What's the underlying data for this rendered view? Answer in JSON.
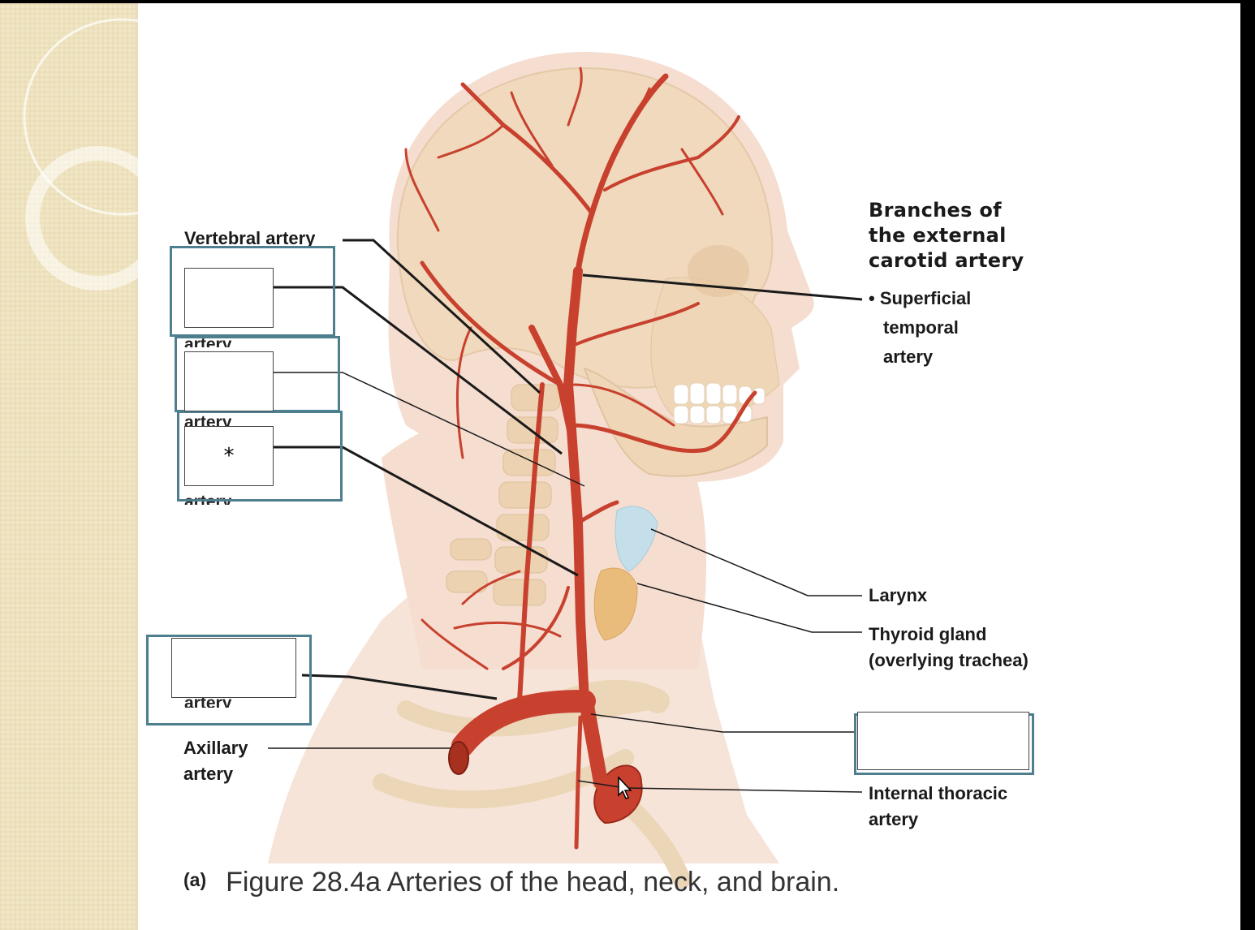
{
  "labels": {
    "vertebral_artery": "Vertebral artery",
    "external_carotid_heading": [
      "Branches of",
      "the external",
      "carotid artery"
    ],
    "superficial_temporal": [
      "• Superficial",
      "temporal",
      "artery"
    ],
    "larynx": "Larynx",
    "thyroid_gland": [
      "Thyroid gland",
      "(overlying trachea)"
    ],
    "axillary_artery": [
      "Axillary",
      "artery"
    ],
    "internal_thoracic": [
      "Internal thoracic",
      "artery"
    ]
  },
  "hidden_label_fragments": [
    "artery",
    "artery",
    "artery",
    "artery"
  ],
  "answer_boxes": [
    {
      "id": "box-1",
      "text": ""
    },
    {
      "id": "box-2",
      "text": ""
    },
    {
      "id": "box-3",
      "text": "*"
    },
    {
      "id": "box-4",
      "text": ""
    },
    {
      "id": "box-5",
      "text": ""
    }
  ],
  "caption": {
    "part": "(a)",
    "text": "Figure 28.4a Arteries of the head, neck, and brain."
  },
  "colors": {
    "artery": "#c8402e",
    "artery_dark": "#9c2a1c",
    "bone": "#efd9bd",
    "skin": "#f7e3d8",
    "cartilage": "#bcd9e6",
    "thyroid": "#e8b975",
    "frame": "#4d7f8f"
  }
}
